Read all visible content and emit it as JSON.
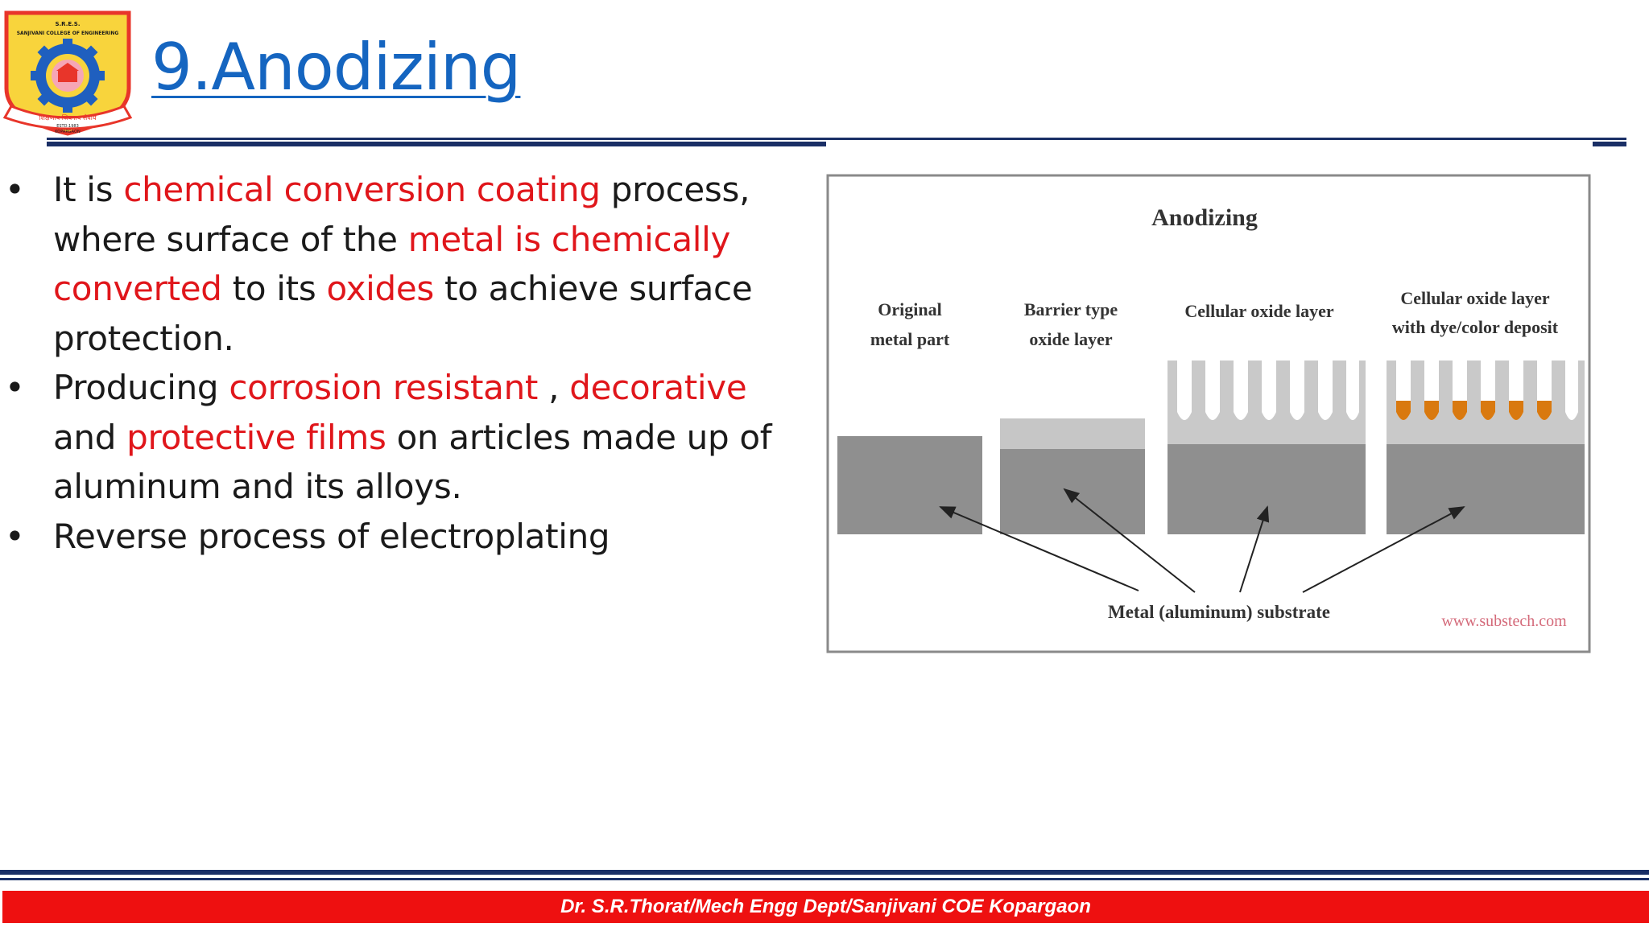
{
  "slide": {
    "title": "9.Anodizing",
    "logo": {
      "top_text": "S.R.E.S.",
      "org_text": "SANJIVANI COLLEGE OF ENGINEERING",
      "motto": "शिक्षणाय जिवनाय सेवाय",
      "estd": "ESTD.1983",
      "place": "KOPARGAON",
      "colors": {
        "shield": "#e8352a",
        "gear": "#1f5fbf",
        "ribbon": "#f8d43c"
      }
    }
  },
  "bullets": [
    {
      "segments": [
        {
          "text": "It is ",
          "highlight": false
        },
        {
          "text": "chemical  conversion coating",
          "highlight": true
        },
        {
          "text": " process, where surface of the ",
          "highlight": false
        },
        {
          "text": "metal is chemically converted",
          "highlight": true
        },
        {
          "text": " to its ",
          "highlight": false
        },
        {
          "text": "oxides",
          "highlight": true
        },
        {
          "text": " to achieve surface protection.",
          "highlight": false
        }
      ]
    },
    {
      "segments": [
        {
          "text": "Producing ",
          "highlight": false
        },
        {
          "text": "corrosion resistant",
          "highlight": true
        },
        {
          "text": " , ",
          "highlight": false
        },
        {
          "text": "decorative",
          "highlight": true
        },
        {
          "text": " and ",
          "highlight": false
        },
        {
          "text": "protective films",
          "highlight": true
        },
        {
          "text": " on articles made up of aluminum and its alloys.",
          "highlight": false
        }
      ]
    },
    {
      "segments": [
        {
          "text": " Reverse process of electroplating",
          "highlight": false
        }
      ]
    }
  ],
  "figure": {
    "title": "Anodizing",
    "stage_labels": [
      [
        "Original",
        "metal part"
      ],
      [
        "Barrier type",
        "oxide layer"
      ],
      [
        "Cellular oxide layer"
      ],
      [
        "Cellular oxide layer",
        "with dye/color deposit"
      ]
    ],
    "substrate_label": "Metal (aluminum) substrate",
    "watermark": "www.substech.com"
  },
  "footer": {
    "text": "Dr. S.R.Thorat/Mech Engg Dept/Sanjivani COE Kopargaon"
  },
  "colors": {
    "title": "#1565c0",
    "rule": "#1a2f66",
    "highlight": "#e0161b",
    "footer_bg": "#ee1010",
    "metal": "#8f8f8f",
    "oxide": "#c6c6c6",
    "dye": "#d9790f"
  }
}
